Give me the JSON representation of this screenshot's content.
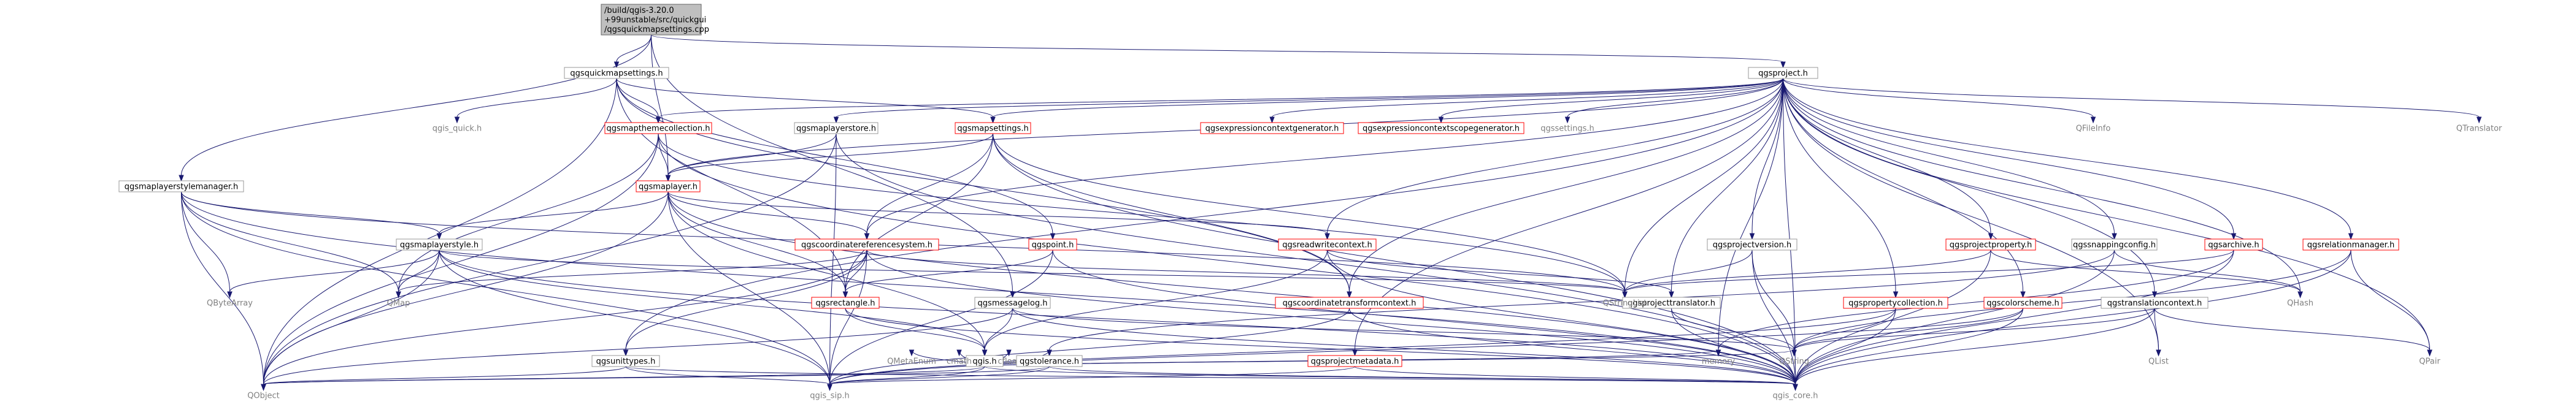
{
  "diagram": {
    "nodes": [
      {
        "id": "root",
        "style": "root",
        "lines": [
          "/build/qgis-3.20.0",
          "+99unstable/src/quickgui",
          "/qgsquickmapsettings.cpp"
        ]
      },
      {
        "id": "qgsquickmapsettings",
        "style": "black",
        "lines": [
          "qgsquickmapsettings.h"
        ]
      },
      {
        "id": "qgsproject",
        "style": "black",
        "lines": [
          "qgsproject.h"
        ]
      },
      {
        "id": "qgis_quick",
        "style": "plain",
        "lines": [
          "qgis_quick.h"
        ]
      },
      {
        "id": "qgsmapthemecollection",
        "style": "red",
        "lines": [
          "qgsmapthemecollection.h"
        ]
      },
      {
        "id": "qgsmaplayerstore",
        "style": "black",
        "lines": [
          "qgsmaplayerstore.h"
        ]
      },
      {
        "id": "qgsmapsettings",
        "style": "red",
        "lines": [
          "qgsmapsettings.h"
        ]
      },
      {
        "id": "qgsexpressioncontextgenerator",
        "style": "red",
        "lines": [
          "qgsexpressioncontextgenerator.h"
        ]
      },
      {
        "id": "qgsexpressioncontextscopegenerator",
        "style": "red",
        "lines": [
          "qgsexpressioncontextscopegenerator.h"
        ]
      },
      {
        "id": "qgssettings",
        "style": "plain",
        "lines": [
          "qgssettings.h"
        ]
      },
      {
        "id": "qgsmaplayerstylemanager",
        "style": "black",
        "lines": [
          "qgsmaplayerstylemanager.h"
        ]
      },
      {
        "id": "qgsmaplayer",
        "style": "red",
        "lines": [
          "qgsmaplayer.h"
        ]
      },
      {
        "id": "qgsmaplayerstyle",
        "style": "black",
        "lines": [
          "qgsmaplayerstyle.h"
        ]
      },
      {
        "id": "qgscoordinatereferencesystem",
        "style": "red",
        "lines": [
          "qgscoordinatereferencesystem.h"
        ]
      },
      {
        "id": "qgspoint",
        "style": "red",
        "lines": [
          "qgspoint.h"
        ]
      },
      {
        "id": "qgsreadwritecontext",
        "style": "red",
        "lines": [
          "qgsreadwritecontext.h"
        ]
      },
      {
        "id": "qgsprojectversion",
        "style": "black",
        "lines": [
          "qgsprojectversion.h"
        ]
      },
      {
        "id": "qgsprojectproperty",
        "style": "red",
        "lines": [
          "qgsprojectproperty.h"
        ]
      },
      {
        "id": "qgssnappingconfig",
        "style": "black",
        "lines": [
          "qgssnappingconfig.h"
        ]
      },
      {
        "id": "qgsarchive",
        "style": "red",
        "lines": [
          "qgsarchive.h"
        ]
      },
      {
        "id": "qgsrelationmanager",
        "style": "red",
        "lines": [
          "qgsrelationmanager.h"
        ]
      },
      {
        "id": "QFileInfo",
        "style": "plain",
        "lines": [
          "QFileInfo"
        ]
      },
      {
        "id": "QTranslator",
        "style": "plain",
        "lines": [
          "QTranslator"
        ]
      },
      {
        "id": "QByteArray",
        "style": "plain",
        "lines": [
          "QByteArray"
        ]
      },
      {
        "id": "QMap",
        "style": "plain",
        "lines": [
          "QMap"
        ]
      },
      {
        "id": "qgsrectangle",
        "style": "red",
        "lines": [
          "qgsrectangle.h"
        ]
      },
      {
        "id": "qgsmessagelog",
        "style": "black",
        "lines": [
          "qgsmessagelog.h"
        ]
      },
      {
        "id": "qgscoordinatetransformcontext",
        "style": "red",
        "lines": [
          "qgscoordinatetransformcontext.h"
        ]
      },
      {
        "id": "qgsprojecttranslator",
        "style": "black",
        "lines": [
          "qgsprojecttranslator.h"
        ]
      },
      {
        "id": "QStringList",
        "style": "plain",
        "lines": [
          "QStringList"
        ]
      },
      {
        "id": "qgspropertycollection",
        "style": "red",
        "lines": [
          "qgspropertycollection.h"
        ]
      },
      {
        "id": "qgscolorscheme",
        "style": "red",
        "lines": [
          "qgscolorscheme.h"
        ]
      },
      {
        "id": "qgstranslationcontext",
        "style": "black",
        "lines": [
          "qgstranslationcontext.h"
        ]
      },
      {
        "id": "QHash",
        "style": "plain",
        "lines": [
          "QHash"
        ]
      },
      {
        "id": "QString",
        "style": "plain",
        "lines": [
          "QString"
        ]
      },
      {
        "id": "QList",
        "style": "plain",
        "lines": [
          "QList"
        ]
      },
      {
        "id": "QPair",
        "style": "plain",
        "lines": [
          "QPair"
        ]
      },
      {
        "id": "qgis",
        "style": "black",
        "lines": [
          "qgis.h"
        ]
      },
      {
        "id": "qgsunittypes",
        "style": "black",
        "lines": [
          "qgsunittypes.h"
        ]
      },
      {
        "id": "QMetaEnum",
        "style": "plain",
        "lines": [
          "QMetaEnum"
        ]
      },
      {
        "id": "cmath",
        "style": "plain",
        "lines": [
          "cmath"
        ]
      },
      {
        "id": "cfloat",
        "style": "plain",
        "lines": [
          "cfloat"
        ]
      },
      {
        "id": "qgstolerance",
        "style": "black",
        "lines": [
          "qgstolerance.h"
        ]
      },
      {
        "id": "qgsprojectmetadata",
        "style": "red",
        "lines": [
          "qgsprojectmetadata.h"
        ]
      },
      {
        "id": "memory",
        "style": "plain",
        "lines": [
          "memory"
        ]
      },
      {
        "id": "QObject",
        "style": "plain",
        "lines": [
          "QObject"
        ]
      },
      {
        "id": "qgis_sip",
        "style": "plain",
        "lines": [
          "qgis_sip.h"
        ]
      },
      {
        "id": "qgis_core",
        "style": "plain",
        "lines": [
          "qgis_core.h"
        ]
      }
    ],
    "edges": [
      [
        "root",
        "qgsquickmapsettings"
      ],
      [
        "root",
        "qgsproject"
      ],
      [
        "root",
        "qgsmaplayerstylemanager"
      ],
      [
        "root",
        "qgsmaplayer"
      ],
      [
        "root",
        "qgsmessagelog"
      ],
      [
        "qgsquickmapsettings",
        "qgis_quick"
      ],
      [
        "qgsquickmapsettings",
        "qgsmapthemecollection"
      ],
      [
        "qgsquickmapsettings",
        "qgsmapsettings"
      ],
      [
        "qgsquickmapsettings",
        "qgspoint"
      ],
      [
        "qgsquickmapsettings",
        "qgsrectangle"
      ],
      [
        "qgsquickmapsettings",
        "qgscoordinatetransformcontext"
      ],
      [
        "qgsquickmapsettings",
        "QObject"
      ],
      [
        "qgsproject",
        "qgsmapthemecollection"
      ],
      [
        "qgsproject",
        "qgsmaplayerstore"
      ],
      [
        "qgsproject",
        "qgsmapsettings"
      ],
      [
        "qgsproject",
        "qgsexpressioncontextgenerator"
      ],
      [
        "qgsproject",
        "qgsexpressioncontextscopegenerator"
      ],
      [
        "qgsproject",
        "qgssettings"
      ],
      [
        "qgsproject",
        "qgsmaplayer"
      ],
      [
        "qgsproject",
        "qgscoordinatereferencesystem"
      ],
      [
        "qgsproject",
        "qgsreadwritecontext"
      ],
      [
        "qgsproject",
        "qgsprojectversion"
      ],
      [
        "qgsproject",
        "qgsprojectproperty"
      ],
      [
        "qgsproject",
        "qgssnappingconfig"
      ],
      [
        "qgsproject",
        "qgsarchive"
      ],
      [
        "qgsproject",
        "qgsrelationmanager"
      ],
      [
        "qgsproject",
        "QFileInfo"
      ],
      [
        "qgsproject",
        "QTranslator"
      ],
      [
        "qgsproject",
        "QStringList"
      ],
      [
        "qgsproject",
        "QHash"
      ],
      [
        "qgsproject",
        "QList"
      ],
      [
        "qgsproject",
        "QPair"
      ],
      [
        "qgsproject",
        "memory"
      ],
      [
        "qgsproject",
        "qgis_core"
      ],
      [
        "qgsproject",
        "qgscoordinatetransformcontext"
      ],
      [
        "qgsproject",
        "qgsprojecttranslator"
      ],
      [
        "qgsproject",
        "qgspropertycollection"
      ],
      [
        "qgsproject",
        "qgscolorscheme"
      ],
      [
        "qgsproject",
        "qgstranslationcontext"
      ],
      [
        "qgsproject",
        "qgsprojectmetadata"
      ],
      [
        "qgsproject",
        "qgsunittypes"
      ],
      [
        "qgsmapthemecollection",
        "qgsmaplayer"
      ],
      [
        "qgsmapthemecollection",
        "QMap"
      ],
      [
        "qgsmapthemecollection",
        "QObject"
      ],
      [
        "qgsmapthemecollection",
        "qgis_core"
      ],
      [
        "qgsmapthemecollection",
        "QStringList"
      ],
      [
        "qgsmaplayerstore",
        "qgsmaplayer"
      ],
      [
        "qgsmaplayerstore",
        "qgis_core"
      ],
      [
        "qgsmaplayerstore",
        "qgis_sip"
      ],
      [
        "qgsmaplayerstore",
        "QObject"
      ],
      [
        "qgsmapsettings",
        "qgsmaplayer"
      ],
      [
        "qgsmapsettings",
        "qgscoordinatereferencesystem"
      ],
      [
        "qgsmapsettings",
        "qgsrectangle"
      ],
      [
        "qgsmapsettings",
        "qgscoordinatetransformcontext"
      ],
      [
        "qgsmapsettings",
        "QStringList"
      ],
      [
        "qgsmapsettings",
        "qgis_core"
      ],
      [
        "qgsmaplayerstylemanager",
        "qgsmaplayerstyle"
      ],
      [
        "qgsmaplayerstylemanager",
        "QByteArray"
      ],
      [
        "qgsmaplayerstylemanager",
        "QMap"
      ],
      [
        "qgsmaplayerstylemanager",
        "QObject"
      ],
      [
        "qgsmaplayerstylemanager",
        "qgis_sip"
      ],
      [
        "qgsmaplayerstylemanager",
        "qgis_core"
      ],
      [
        "qgsmaplayerstylemanager",
        "QStringList"
      ],
      [
        "qgsmaplayer",
        "qgsmaplayerstyle"
      ],
      [
        "qgsmaplayer",
        "qgscoordinatereferencesystem"
      ],
      [
        "qgsmaplayer",
        "qgsrectangle"
      ],
      [
        "qgsmaplayer",
        "qgsreadwritecontext"
      ],
      [
        "qgsmaplayer",
        "QObject"
      ],
      [
        "qgsmaplayer",
        "qgis_core"
      ],
      [
        "qgsmaplayer",
        "qgis_sip"
      ],
      [
        "qgsmaplayer",
        "qgis"
      ],
      [
        "qgsmaplayerstyle",
        "QByteArray"
      ],
      [
        "qgsmaplayerstyle",
        "QMap"
      ],
      [
        "qgsmaplayerstyle",
        "QStringList"
      ],
      [
        "qgsmaplayerstyle",
        "QObject"
      ],
      [
        "qgsmaplayerstyle",
        "qgis_sip"
      ],
      [
        "qgsmaplayerstyle",
        "qgis_core"
      ],
      [
        "qgsmaplayerstyle",
        "qgis"
      ],
      [
        "qgscoordinatereferencesystem",
        "qgsunittypes"
      ],
      [
        "qgscoordinatereferencesystem",
        "qgsrectangle"
      ],
      [
        "qgscoordinatereferencesystem",
        "QMap"
      ],
      [
        "qgscoordinatereferencesystem",
        "QObject"
      ],
      [
        "qgscoordinatereferencesystem",
        "qgis_sip"
      ],
      [
        "qgscoordinatereferencesystem",
        "qgis_core"
      ],
      [
        "qgscoordinatereferencesystem",
        "QStringList"
      ],
      [
        "qgspoint",
        "qgsrectangle"
      ],
      [
        "qgspoint",
        "qgis_core"
      ],
      [
        "qgspoint",
        "qgis_sip"
      ],
      [
        "qgsreadwritecontext",
        "qgis"
      ],
      [
        "qgsreadwritecontext",
        "qgsprojecttranslator"
      ],
      [
        "qgsreadwritecontext",
        "qgis_core"
      ],
      [
        "qgsprojectversion",
        "QString"
      ],
      [
        "qgsprojectversion",
        "QStringList"
      ],
      [
        "qgsprojectversion",
        "qgis_core"
      ],
      [
        "qgsprojectproperty",
        "QHash"
      ],
      [
        "qgsprojectproperty",
        "QStringList"
      ],
      [
        "qgsprojectproperty",
        "qgis_core"
      ],
      [
        "qgssnappingconfig",
        "QHash"
      ],
      [
        "qgssnappingconfig",
        "qgstolerance"
      ],
      [
        "qgssnappingconfig",
        "qgis_core"
      ],
      [
        "qgsarchive",
        "QStringList"
      ],
      [
        "qgsarchive",
        "memory"
      ],
      [
        "qgsarchive",
        "qgis_core"
      ],
      [
        "qgsrelationmanager",
        "QPair"
      ],
      [
        "qgsrelationmanager",
        "QString"
      ],
      [
        "qgsrelationmanager",
        "qgis_core"
      ],
      [
        "qgsrectangle",
        "qgis"
      ],
      [
        "qgsrectangle",
        "qgis_core"
      ],
      [
        "qgsmessagelog",
        "qgis"
      ],
      [
        "qgsmessagelog",
        "QString"
      ],
      [
        "qgsmessagelog",
        "QObject"
      ],
      [
        "qgsmessagelog",
        "qgis_core"
      ],
      [
        "qgscoordinatetransformcontext",
        "qgis_sip"
      ],
      [
        "qgscoordinatetransformcontext",
        "qgis_core"
      ],
      [
        "qgsprojecttranslator",
        "QString"
      ],
      [
        "qgsprojecttranslator",
        "qgis_core"
      ],
      [
        "qgspropertycollection",
        "QString"
      ],
      [
        "qgspropertycollection",
        "qgis_sip"
      ],
      [
        "qgspropertycollection",
        "qgis_core"
      ],
      [
        "qgscolorscheme",
        "QString"
      ],
      [
        "qgscolorscheme",
        "qgis_sip"
      ],
      [
        "qgscolorscheme",
        "qgis_core"
      ],
      [
        "qgstranslationcontext",
        "QString"
      ],
      [
        "qgstranslationcontext",
        "QList"
      ],
      [
        "qgstranslationcontext",
        "QPair"
      ],
      [
        "qgstranslationcontext",
        "qgis_core"
      ],
      [
        "qgis",
        "QMetaEnum"
      ],
      [
        "qgis",
        "cmath"
      ],
      [
        "qgis",
        "cfloat"
      ],
      [
        "qgis",
        "memory"
      ],
      [
        "qgis",
        "qgstolerance"
      ],
      [
        "qgis",
        "qgis_sip"
      ],
      [
        "qgis",
        "qgis_core"
      ],
      [
        "qgis",
        "QString"
      ],
      [
        "qgis",
        "QObject"
      ],
      [
        "qgsunittypes",
        "qgis_sip"
      ],
      [
        "qgsunittypes",
        "qgis_core"
      ],
      [
        "qgsunittypes",
        "QObject"
      ],
      [
        "qgstolerance",
        "qgis_sip"
      ],
      [
        "qgstolerance",
        "qgis_core"
      ],
      [
        "qgstolerance",
        "QObject"
      ],
      [
        "qgsprojectmetadata",
        "qgis_sip"
      ],
      [
        "qgsprojectmetadata",
        "qgis_core"
      ]
    ]
  }
}
